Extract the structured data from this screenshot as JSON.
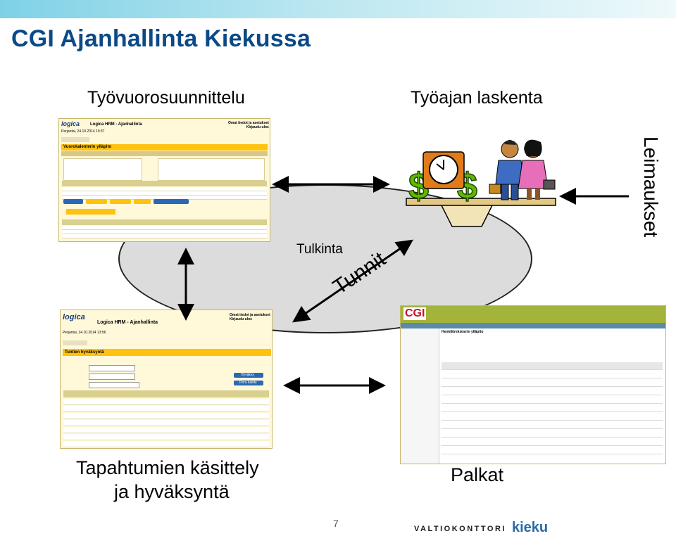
{
  "slide": {
    "title": "CGI Ajanhallinta Kiekussa",
    "label_tyovuoro": "Työvuorosuunnittelu",
    "label_tyoaika": "Työajan laskenta",
    "label_leimaukset": "Leimaukset",
    "label_tulkinta": "Tulkinta",
    "label_tunnit": "Tunnit",
    "label_tapahtumat_line1": "Tapahtumien käsittely",
    "label_tapahtumat_line2": "ja hyväksyntä",
    "label_palkat": "Palkat",
    "page_number": "7",
    "footer_org": "VALTIOKONTTORI",
    "footer_brand": "kieku"
  },
  "screens": {
    "hrm_top": {
      "logo": "logica",
      "app_title": "Logica HRM - Ajanhallinta",
      "section_title": "Vuorokalenterin ylläpito",
      "date_text": "Perjantai, 24.10.2014 10:37",
      "header_links": "Omat tiedot ja asetukset\nKirjaudu ulos"
    },
    "hrm_bottom": {
      "logo": "logica",
      "app_title": "Logica HRM - Ajanhallinta",
      "date_text": "Perjantai, 24.10.2014 13:56",
      "section_title": "Tuntien hyväksyntä",
      "header_links": "Omat tiedot ja asetukset\nKirjaudu ulos",
      "button_accept": "Hyväksy",
      "button_cancel": "Peru kaikki"
    },
    "payroll": {
      "logo": "CGI",
      "section_title": "Henkilörekisterin ylläpito"
    }
  },
  "colors": {
    "title": "#0b4a86",
    "ellipse_fill": "#dcdcdc",
    "hrm_yellow": "#ffc20e",
    "payroll_green": "#a4b43b"
  }
}
